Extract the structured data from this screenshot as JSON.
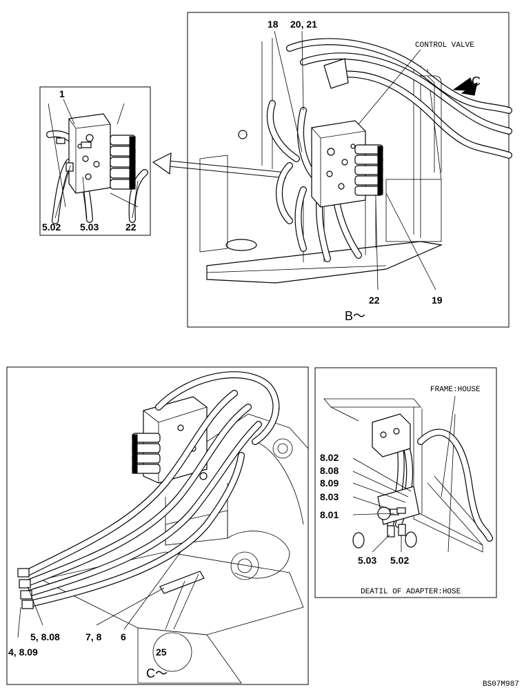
{
  "callouts": {
    "inset": [
      "1",
      "5.02",
      "5.03",
      "22"
    ],
    "view_b": [
      "18",
      "20, 21",
      "22",
      "19"
    ],
    "view_c": [
      "5, 8.08",
      "4, 8.09",
      "7, 8",
      "6",
      "25"
    ],
    "detail": [
      "8.02",
      "8.08",
      "8.09",
      "8.03",
      "8.01",
      "5.03",
      "5.02"
    ]
  },
  "labels": {
    "control_valve": "CONTROL VALVE",
    "frame_house": "FRAME:HOUSE",
    "detail_caption": "DEATIL OF ADAPTER:HOSE",
    "view_b": "B～",
    "view_c": "C～",
    "arrow_c": "C",
    "drawing_id": "BS07M987"
  }
}
